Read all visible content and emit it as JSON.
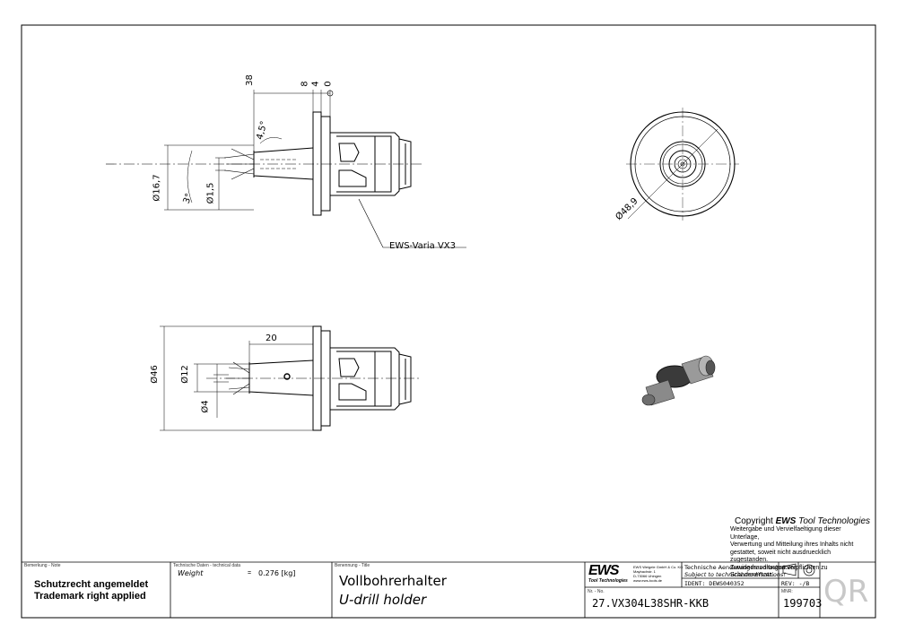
{
  "drawing": {
    "dims_side": {
      "d38": "38",
      "d8": "8",
      "d4": "4",
      "d0": "0",
      "angle45": "4,5°",
      "dia167": "Ø16,7",
      "angle3": "3°",
      "dia15": "Ø1,5"
    },
    "dims_front": {
      "dia489": "Ø48,9"
    },
    "dims_lower": {
      "d20": "20",
      "dia46": "Ø46",
      "dia12": "Ø12",
      "dia4": "Ø4"
    },
    "callout": "EWS-Varia VX3"
  },
  "copyright": {
    "prefix": "Copyright ",
    "brand": "EWS",
    "suffix": " Tool Technologies",
    "lines": [
      "Weitergabe und Vervielfaeltigung dieser Unterlage,",
      "Verwertung und Mitteilung ihres Inhalts nicht",
      "gestattet, soweit nicht ausdruecklich zugestanden.",
      "Zuwiderhandlungen verpflichten zu Schadenersatz."
    ]
  },
  "title_block": {
    "note_label": "Bemerkung - Note",
    "note_line1": "Schutzrecht angemeldet",
    "note_line2": "Trademark right applied",
    "tech_label": "Technische Daten - technical data",
    "weight_label": "Weight",
    "weight_eq": "=",
    "weight_value": "0.276 [kg]",
    "title_label": "Benennung - Title",
    "title_de": "Vollbohrerhalter",
    "title_en": "U-drill holder",
    "logo_text": "EWS",
    "logo_sub": "Tool Technologies",
    "company_lines": [
      "EWS Weigele GmbH & Co. KG",
      "Maybachstr. 1",
      "D-73066 Uhingen",
      "www.ews-tools.de"
    ],
    "change_note1": "Technische Aenderungen vorbehalten!",
    "change_note2": "Subject to technical modifications!",
    "ident_label": "IDENT:",
    "ident_value": "DEWS040352",
    "rev_label": "REV:",
    "rev_value": "-/B",
    "nr_label": "Nr. - No.",
    "part_number": "27.VX304L38SHR-KKB",
    "mat_label": "MNR:",
    "mat_number": "199703",
    "qr_text": "QR"
  }
}
